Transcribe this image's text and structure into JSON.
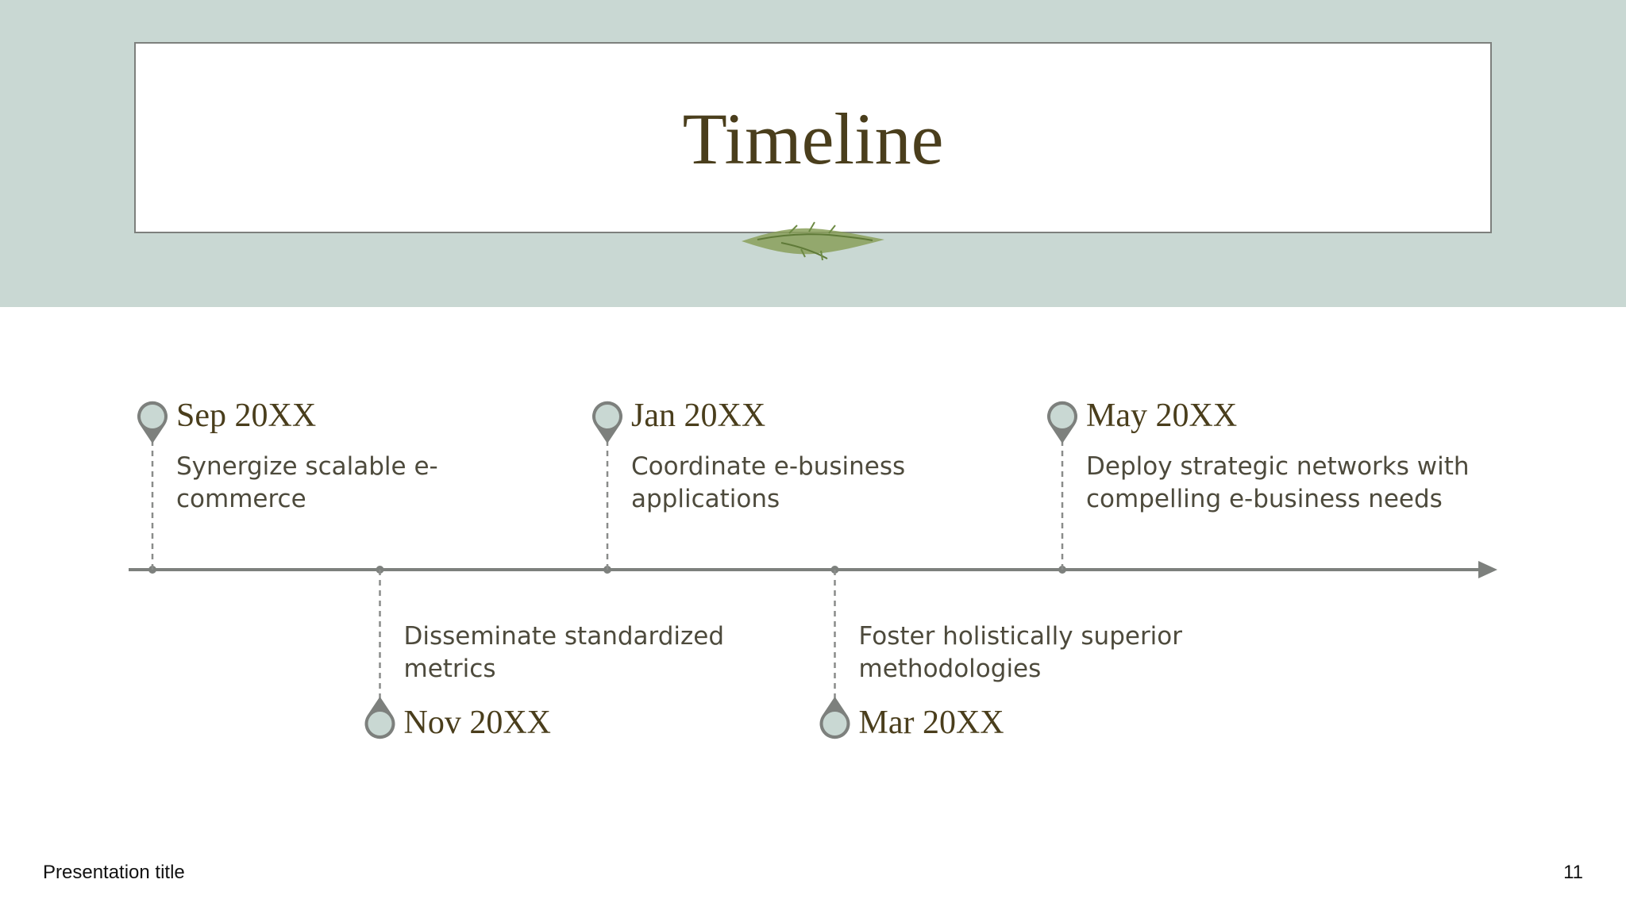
{
  "slide": {
    "title": "Timeline",
    "footer_title": "Presentation title",
    "page_number": "11"
  },
  "colors": {
    "header_band": "#c9d8d3",
    "title_text": "#4a3e1c",
    "axis": "#7d807d",
    "marker_fill": "#c9d8d3",
    "marker_stroke": "#7d807d",
    "leaf": "#8aa05a"
  },
  "milestones": [
    {
      "date": "Sep 20XX",
      "description": "Synergize scalable e-commerce",
      "side": "above"
    },
    {
      "date": "Nov 20XX",
      "description": "Disseminate standardized metrics",
      "side": "below"
    },
    {
      "date": "Jan 20XX",
      "description": "Coordinate e-business applications",
      "side": "above"
    },
    {
      "date": "Mar 20XX",
      "description": "Foster holistically superior methodologies",
      "side": "below"
    },
    {
      "date": "May 20XX",
      "description": "Deploy strategic networks with compelling e-business needs",
      "side": "above"
    }
  ]
}
